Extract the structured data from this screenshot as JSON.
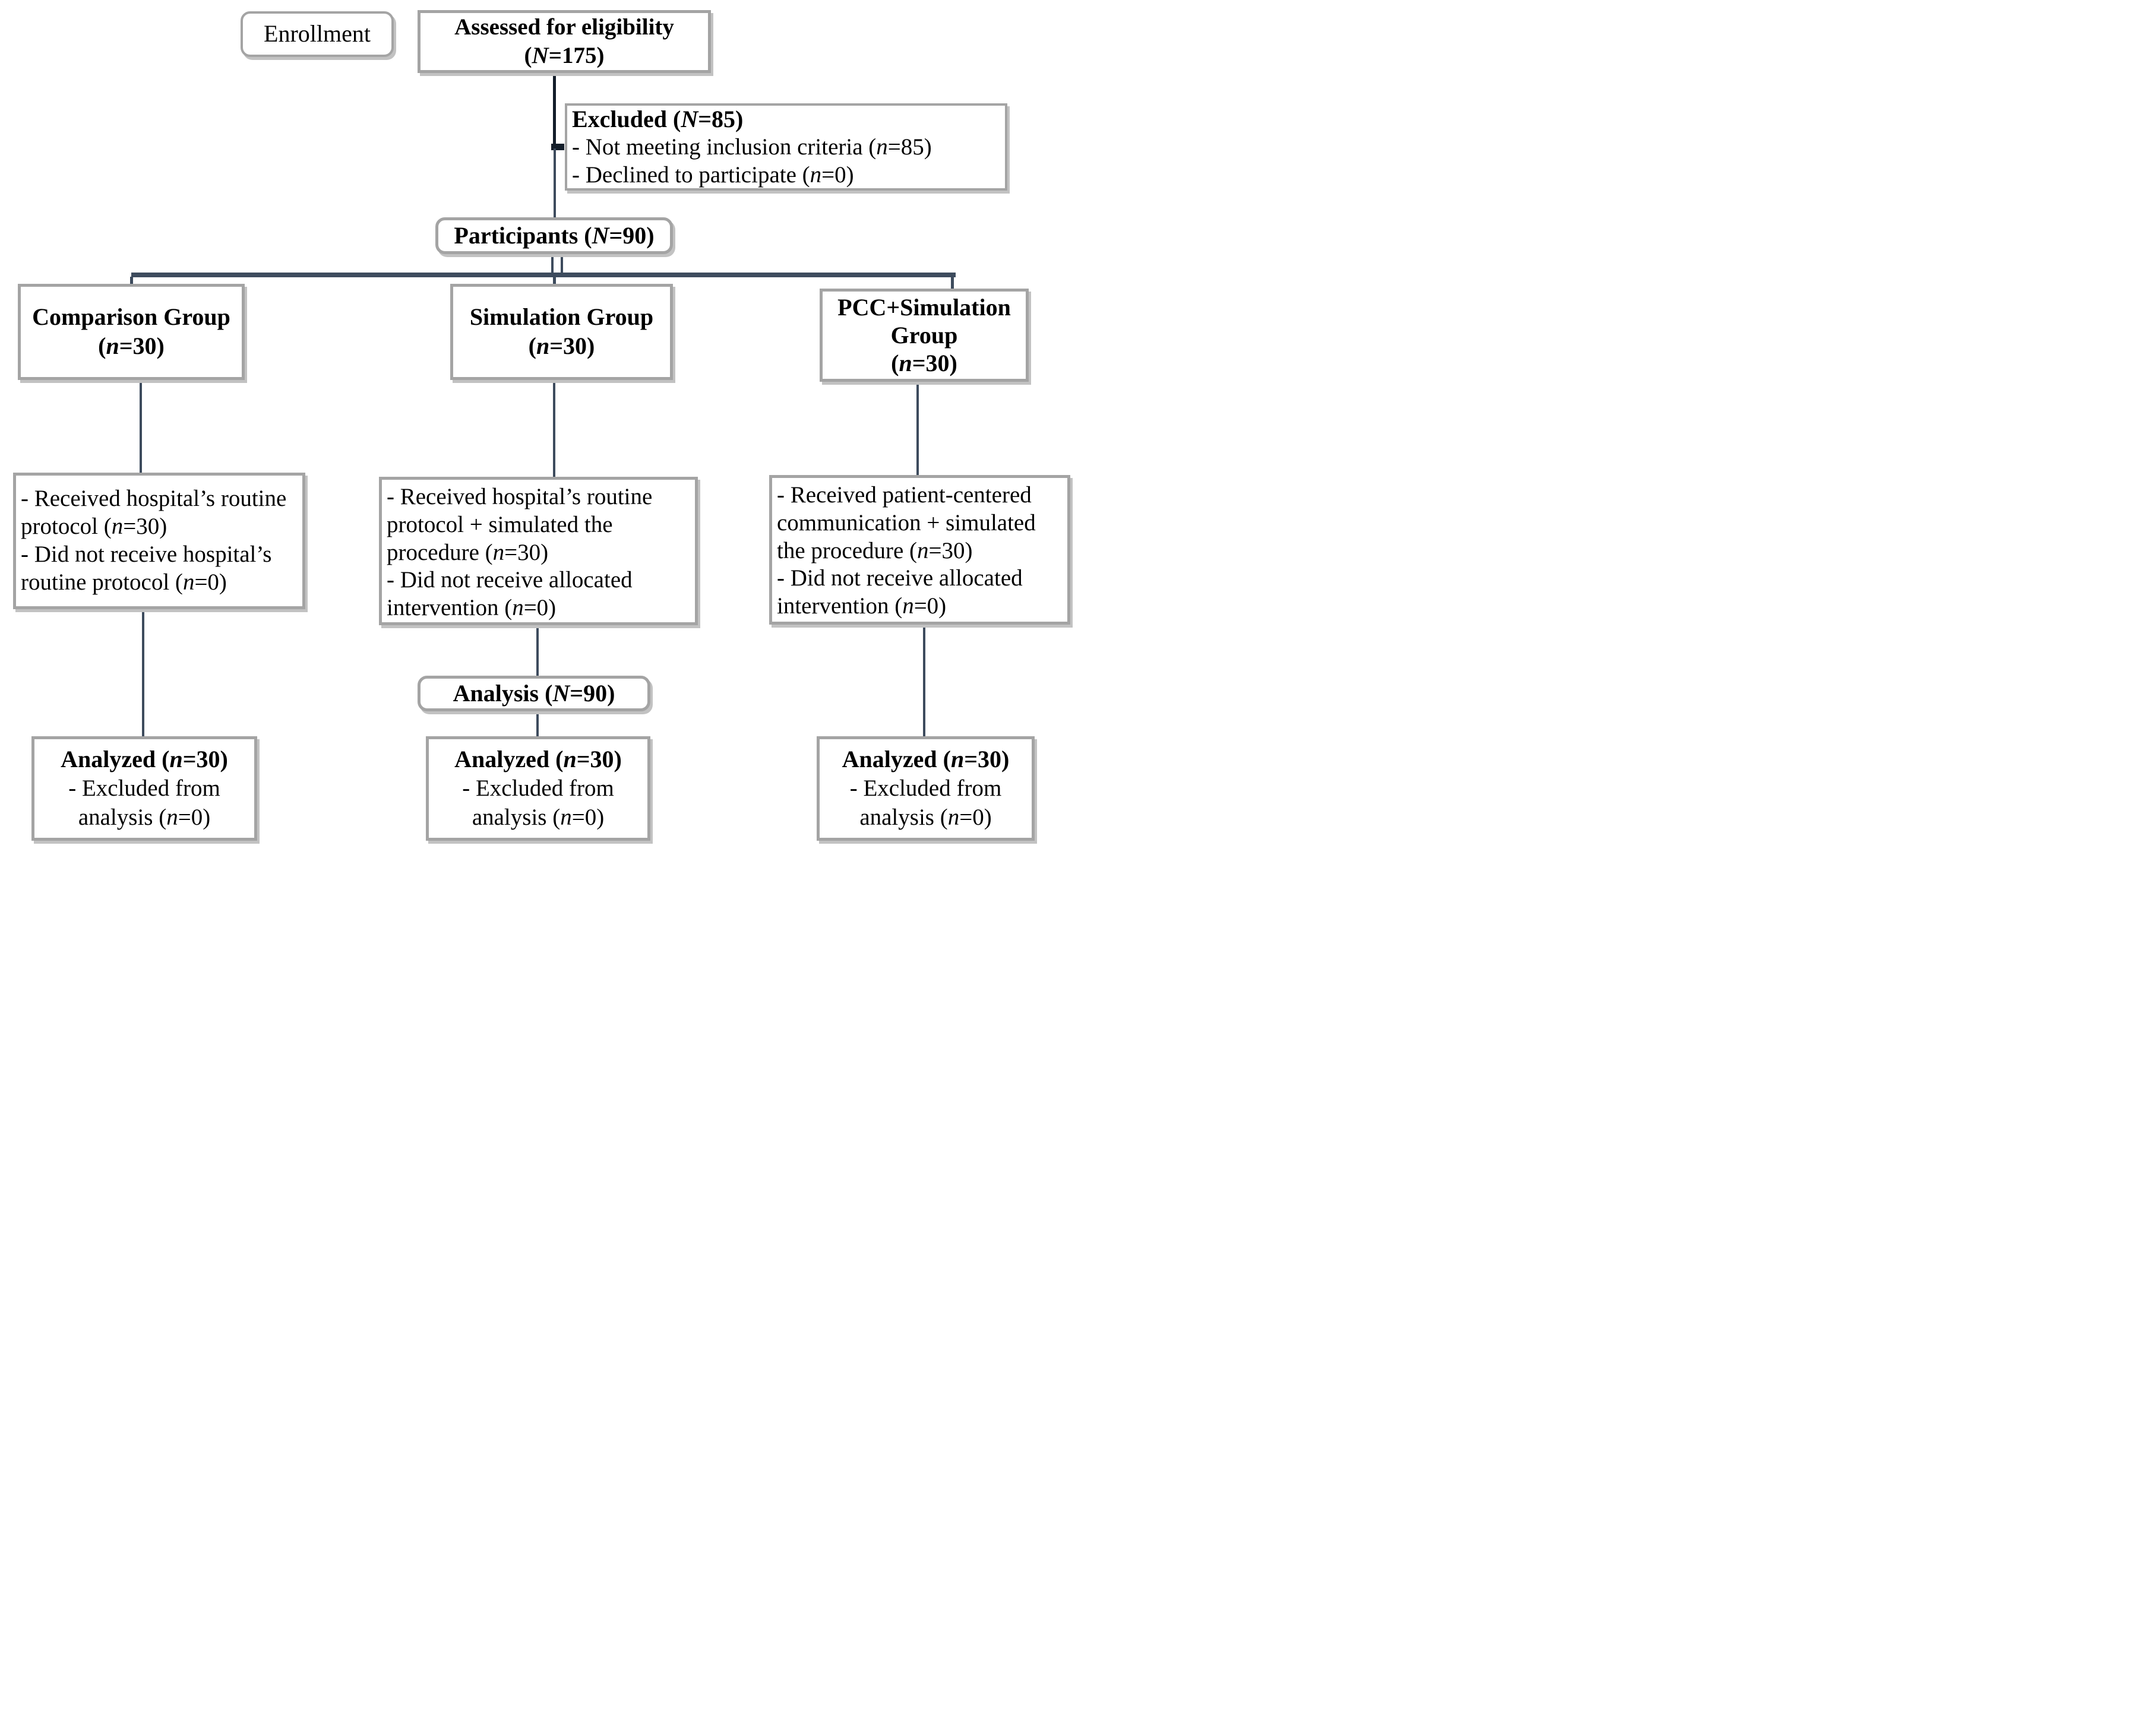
{
  "figure": {
    "enrollment_label": "Enrollment",
    "assessed_box": {
      "line1": "Assessed for eligibility",
      "line2": "(N=175)"
    },
    "excluded_box": {
      "title": "Excluded (N=85)",
      "items": [
        "- Not meeting inclusion criteria (n=85)",
        "- Declined to participate (n=0)"
      ]
    },
    "participants_label": "Participants (N=90)",
    "analysis_label": "Analysis (N=90)",
    "groups": [
      {
        "title": "Comparison Group",
        "count": "(n=30)",
        "intervention_items": [
          "- Received hospital’s routine protocol  (n=30)",
          "- Did not receive hospital’s routine protocol (n=0)"
        ],
        "analyzed_title": "Analyzed (n=30)",
        "analyzed_item": "- Excluded from analysis (n=0)"
      },
      {
        "title": "Simulation Group",
        "count": "(n=30)",
        "intervention_items": [
          "- Received hospital’s routine protocol + simulated the procedure (n=30)",
          "- Did not receive allocated intervention  (n=0)"
        ],
        "analyzed_title": "Analyzed (n=30)",
        "analyzed_item": "- Excluded from analysis (n=0)"
      },
      {
        "title": "PCC+Simulation Group",
        "count": "(n=30)",
        "intervention_items": [
          "- Received patient-centered communication + simulated the procedure (n=30)",
          "- Did not receive allocated intervention  (n=0)"
        ],
        "analyzed_title": "Analyzed (n=30)",
        "analyzed_item": "- Excluded from analysis (n=0)"
      }
    ]
  },
  "colors": {
    "connector": "#3d4b5d",
    "connector_dark": "#141e2a",
    "box_border": "#a4a4a4",
    "text": "#000000",
    "background": "#ffffff"
  }
}
